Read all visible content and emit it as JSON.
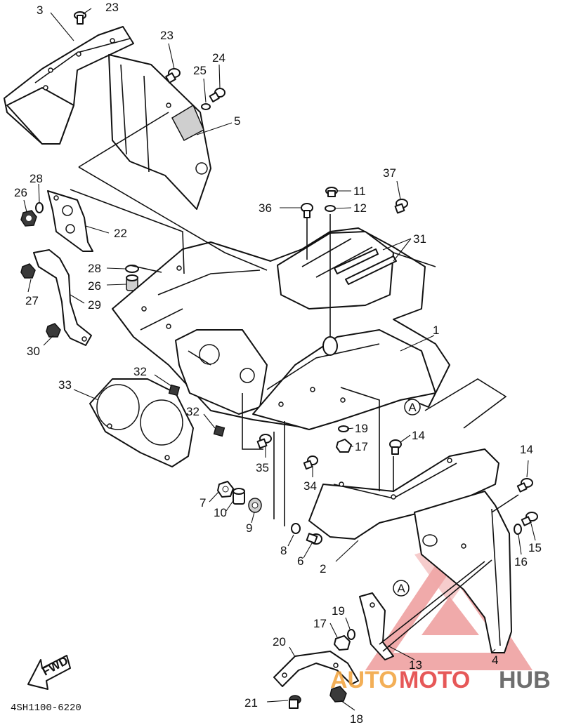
{
  "diagram": {
    "code": "4SH1100-6220",
    "fwd_label": "FWD",
    "ref_mark": "A",
    "callouts": [
      {
        "id": "c3",
        "text": "3"
      },
      {
        "id": "c23a",
        "text": "23"
      },
      {
        "id": "c23b",
        "text": "23"
      },
      {
        "id": "c24",
        "text": "24"
      },
      {
        "id": "c25",
        "text": "25"
      },
      {
        "id": "c5",
        "text": "5"
      },
      {
        "id": "c28a",
        "text": "28"
      },
      {
        "id": "c26a",
        "text": "26"
      },
      {
        "id": "c22",
        "text": "22"
      },
      {
        "id": "c37",
        "text": "37"
      },
      {
        "id": "c11",
        "text": "11"
      },
      {
        "id": "c36",
        "text": "36"
      },
      {
        "id": "c12",
        "text": "12"
      },
      {
        "id": "c31",
        "text": "31"
      },
      {
        "id": "c28b",
        "text": "28"
      },
      {
        "id": "c26b",
        "text": "26"
      },
      {
        "id": "c27",
        "text": "27"
      },
      {
        "id": "c29",
        "text": "29"
      },
      {
        "id": "c30",
        "text": "30"
      },
      {
        "id": "c1",
        "text": "1"
      },
      {
        "id": "c32a",
        "text": "32"
      },
      {
        "id": "c33",
        "text": "33"
      },
      {
        "id": "c32b",
        "text": "32"
      },
      {
        "id": "c19a",
        "text": "19"
      },
      {
        "id": "c17a",
        "text": "17"
      },
      {
        "id": "c14a",
        "text": "14"
      },
      {
        "id": "c14b",
        "text": "14"
      },
      {
        "id": "c35",
        "text": "35"
      },
      {
        "id": "c34",
        "text": "34"
      },
      {
        "id": "c7",
        "text": "7"
      },
      {
        "id": "c10",
        "text": "10"
      },
      {
        "id": "c9",
        "text": "9"
      },
      {
        "id": "c8",
        "text": "8"
      },
      {
        "id": "c6",
        "text": "6"
      },
      {
        "id": "c2",
        "text": "2"
      },
      {
        "id": "c15",
        "text": "15"
      },
      {
        "id": "c16",
        "text": "16"
      },
      {
        "id": "c19b",
        "text": "19"
      },
      {
        "id": "c17b",
        "text": "17"
      },
      {
        "id": "c20",
        "text": "20"
      },
      {
        "id": "c13",
        "text": "13"
      },
      {
        "id": "c4",
        "text": "4"
      },
      {
        "id": "c21",
        "text": "21"
      },
      {
        "id": "c18",
        "text": "18"
      }
    ]
  },
  "watermark": {
    "part1": "AUTO",
    "part2": "MOTO",
    "part3": "HUB",
    "color_red": "#e23b3b",
    "color_orange": "#f2a23a",
    "color_gray": "#555555"
  }
}
